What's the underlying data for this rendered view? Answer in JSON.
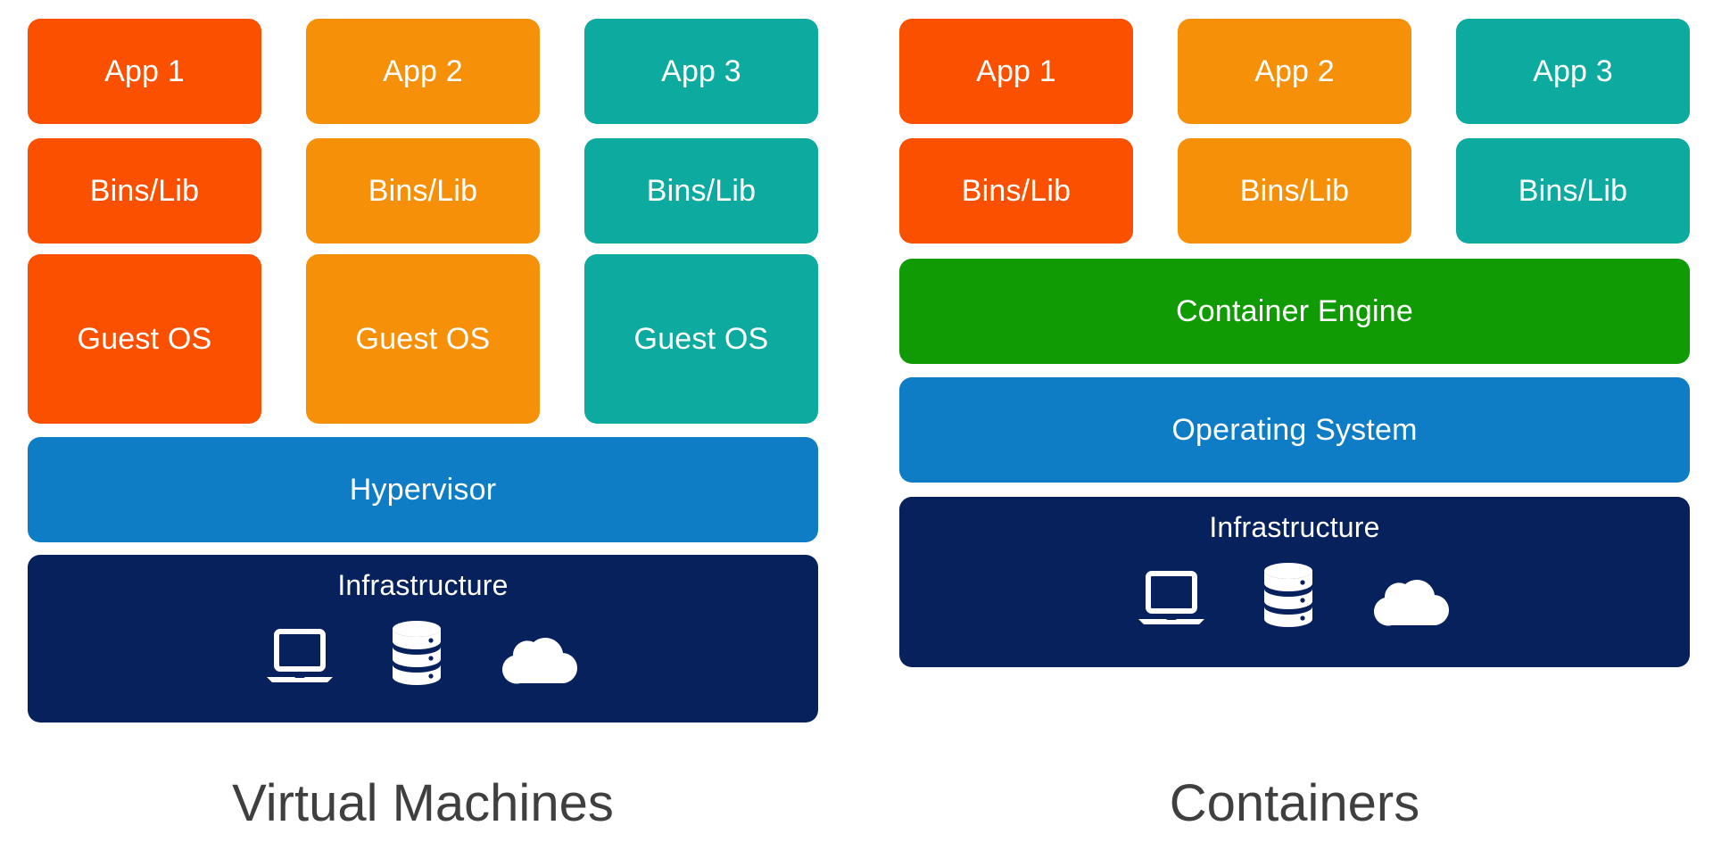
{
  "diagram": {
    "title_left": "Virtual Machines",
    "title_right": "Containers",
    "colors": {
      "orange_red": "#FA5000",
      "orange": "#F79009",
      "teal": "#0DAAA0",
      "blue": "#0F7CC6",
      "green": "#109B05",
      "navy": "#06215C",
      "caption_text": "#3f3f3f",
      "box_text": "#ffffff",
      "background": "#ffffff"
    }
  },
  "vm": {
    "caption": "Virtual Machines",
    "columns": [
      {
        "app": "App 1",
        "bins": "Bins/Lib",
        "guest": "Guest OS",
        "color": "#FA5000"
      },
      {
        "app": "App 2",
        "bins": "Bins/Lib",
        "guest": "Guest OS",
        "color": "#F79009"
      },
      {
        "app": "App 3",
        "bins": "Bins/Lib",
        "guest": "Guest OS",
        "color": "#0DAAA0"
      }
    ],
    "layers": [
      {
        "label": "Hypervisor",
        "color": "#0F7CC6"
      },
      {
        "label": "Infrastructure",
        "color": "#06215C"
      }
    ],
    "infrastructure_icons": [
      "laptop-icon",
      "database-icon",
      "cloud-icon"
    ]
  },
  "containers": {
    "caption": "Containers",
    "columns": [
      {
        "app": "App 1",
        "bins": "Bins/Lib",
        "color": "#FA5000"
      },
      {
        "app": "App 2",
        "bins": "Bins/Lib",
        "color": "#F79009"
      },
      {
        "app": "App 3",
        "bins": "Bins/Lib",
        "color": "#0DAAA0"
      }
    ],
    "layers": [
      {
        "label": "Container Engine",
        "color": "#109B05"
      },
      {
        "label": "Operating System",
        "color": "#0F7CC6"
      },
      {
        "label": "Infrastructure",
        "color": "#06215C"
      }
    ],
    "infrastructure_icons": [
      "laptop-icon",
      "database-icon",
      "cloud-icon"
    ]
  }
}
